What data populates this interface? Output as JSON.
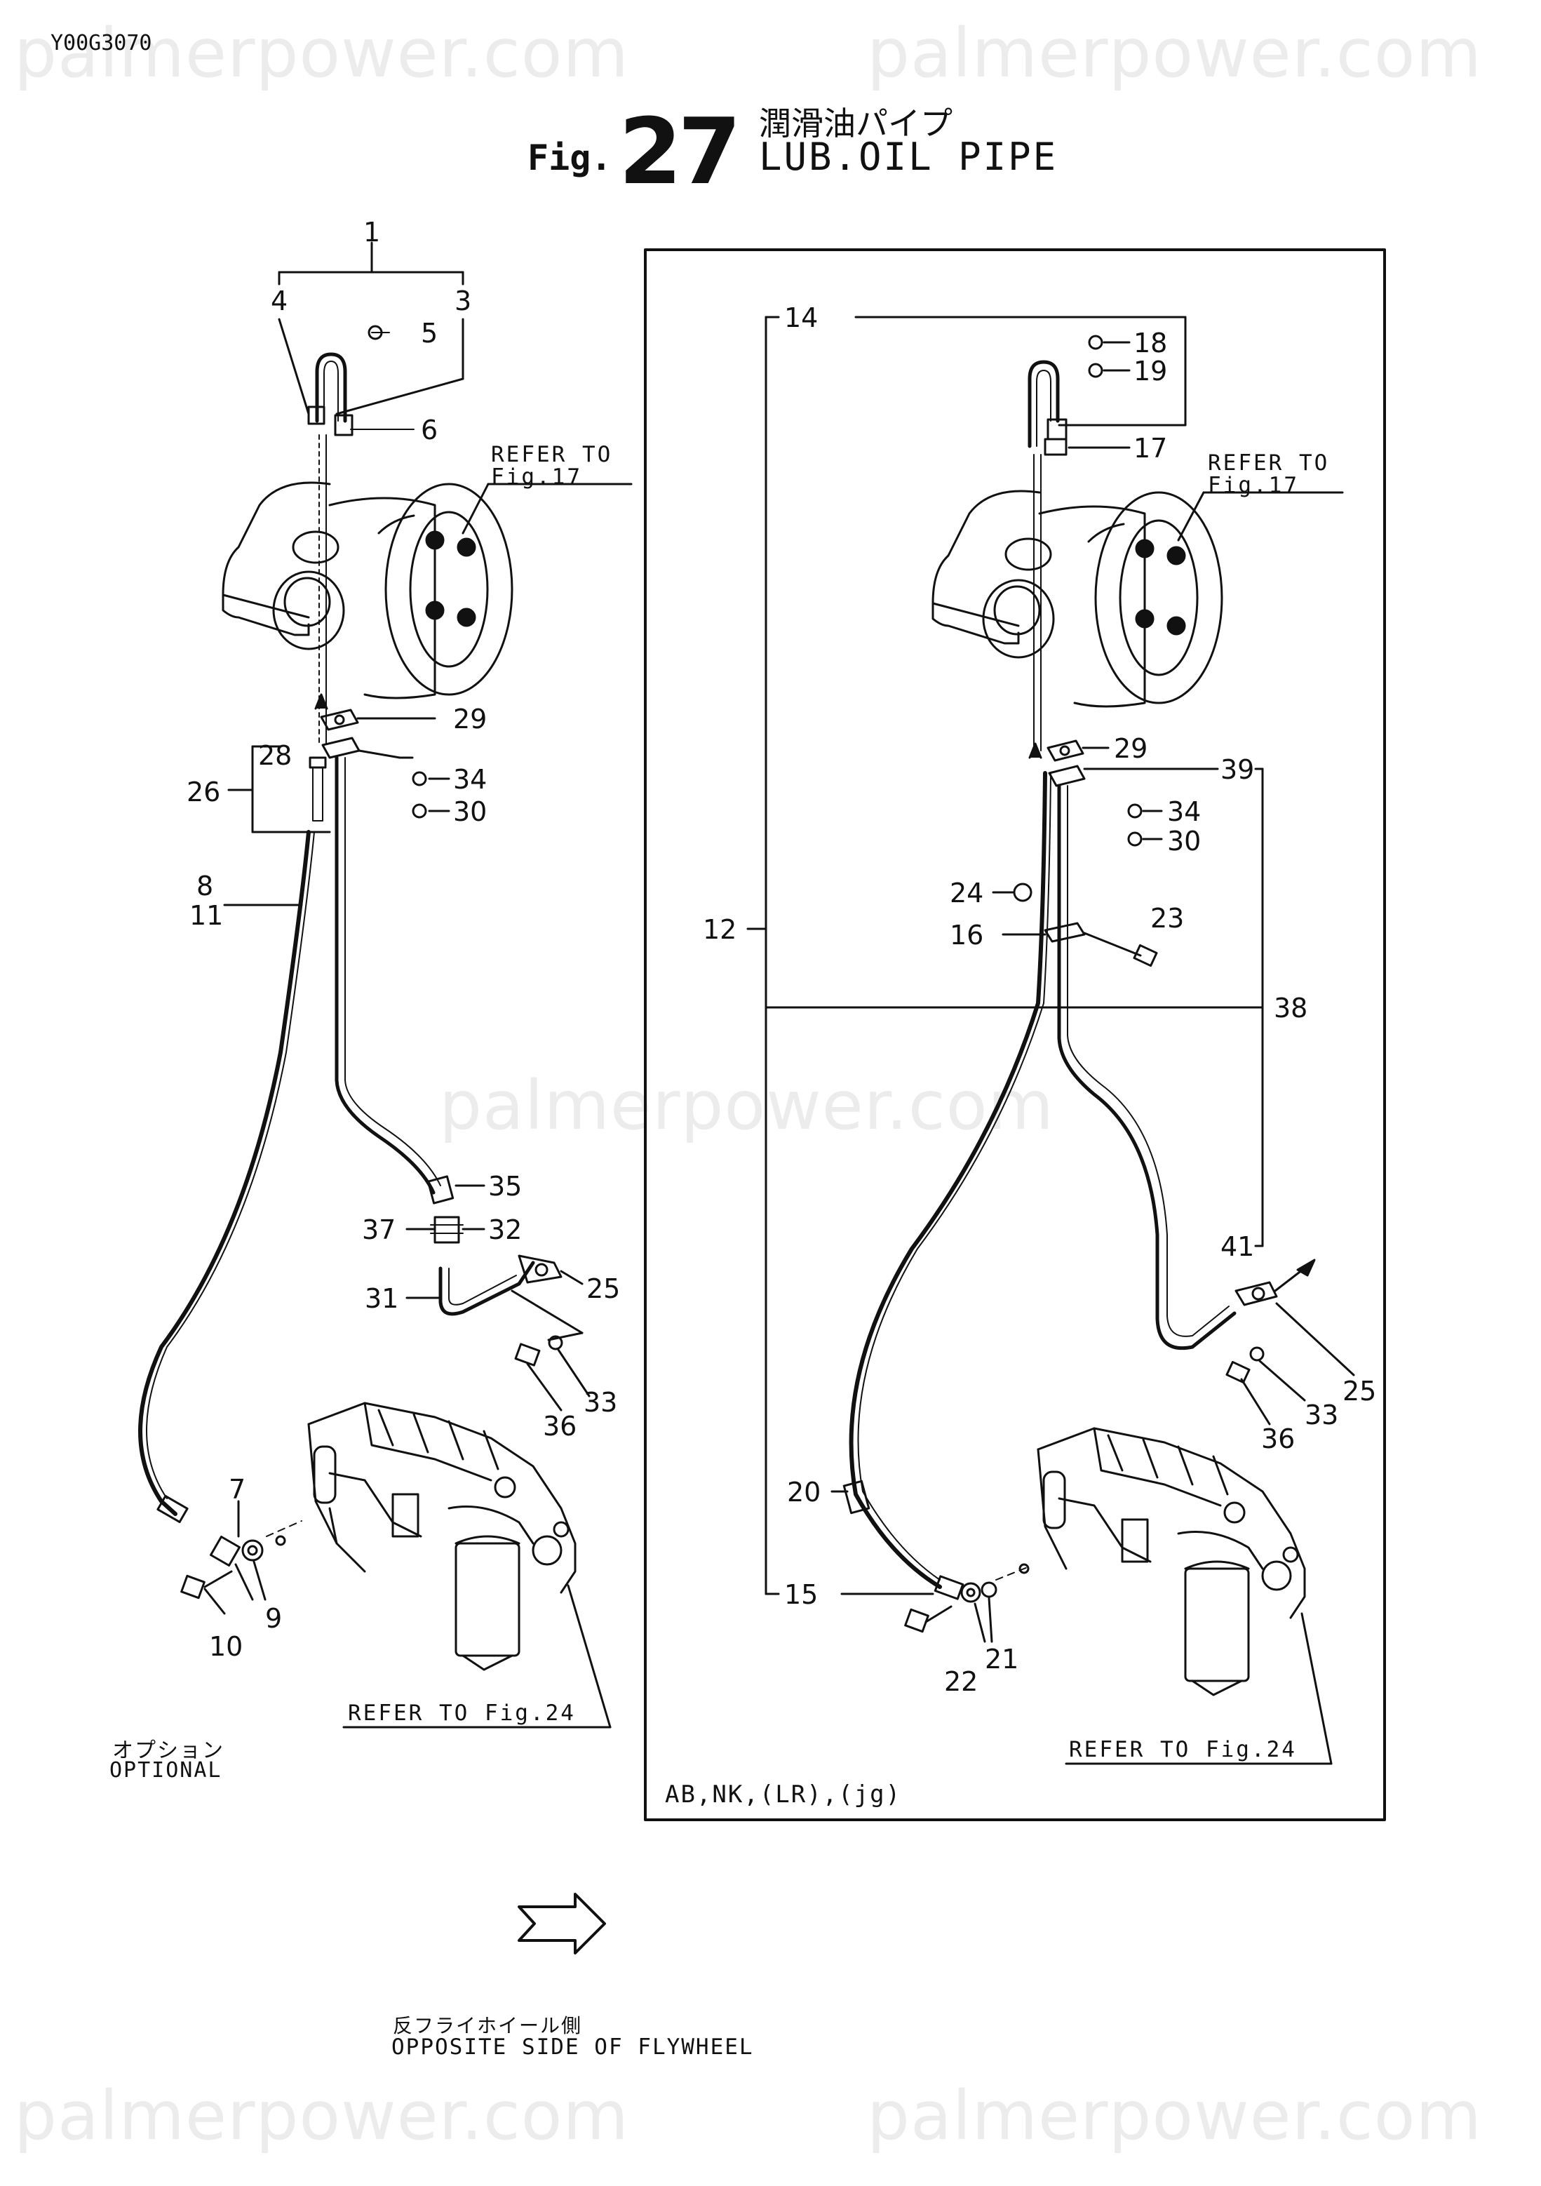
{
  "document_id": "Y00G3070",
  "watermark": "palmerpower.com",
  "figure": {
    "prefix": "Fig.",
    "number": "27",
    "title_jp": "潤滑油パイプ",
    "title_en": "LUB.OIL PIPE"
  },
  "references": {
    "fig17_line1": "REFER TO",
    "fig17_line2": "Fig.17",
    "fig24": "REFER TO Fig.24"
  },
  "optional_note": {
    "jp": "オプション",
    "en": "OPTIONAL"
  },
  "variant_box_label": "AB,NK,(LR),(jg)",
  "direction_note": {
    "jp": "反フライホイール側",
    "en": "OPPOSITE SIDE OF FLYWHEEL"
  },
  "callouts_left": [
    "1",
    "3",
    "4",
    "5",
    "6",
    "26",
    "28",
    "29",
    "34",
    "30",
    "8",
    "11",
    "35",
    "37",
    "32",
    "31",
    "25",
    "36",
    "33",
    "7",
    "9",
    "10"
  ],
  "callouts_right": [
    "14",
    "18",
    "19",
    "17",
    "29",
    "39",
    "34",
    "30",
    "24",
    "16",
    "23",
    "12",
    "38",
    "41",
    "25",
    "33",
    "36",
    "20",
    "15",
    "21",
    "22"
  ]
}
